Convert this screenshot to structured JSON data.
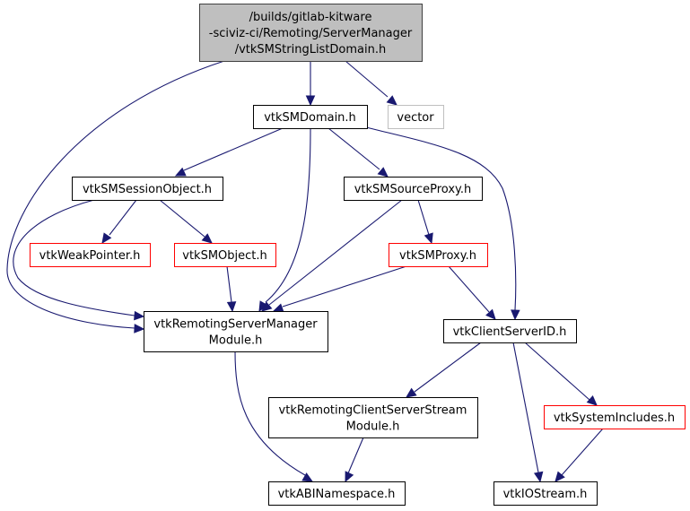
{
  "diagram": {
    "title": "/builds/gitlab-kitware-sciviz-ci/Remoting/ServerManager/vtkSMStringListDomain.h",
    "colors": {
      "root_fill": "#bfbfbf",
      "root_border": "#404040",
      "normal_border": "#000000",
      "missing_border": "#ff0000",
      "external_border": "#bfbfbf",
      "edge": "#191970"
    },
    "nodes": [
      {
        "id": "root",
        "kind": "root",
        "lines": [
          "/builds/gitlab-kitware",
          "-sciviz-ci/Remoting/ServerManager",
          "/vtkSMStringListDomain.h"
        ]
      },
      {
        "id": "vtkSMDomain",
        "kind": "normal",
        "lines": [
          "vtkSMDomain.h"
        ]
      },
      {
        "id": "vector",
        "kind": "external",
        "lines": [
          "vector"
        ]
      },
      {
        "id": "vtkSMSessionObject",
        "kind": "normal",
        "lines": [
          "vtkSMSessionObject.h"
        ]
      },
      {
        "id": "vtkSMSourceProxy",
        "kind": "normal",
        "lines": [
          "vtkSMSourceProxy.h"
        ]
      },
      {
        "id": "vtkWeakPointer",
        "kind": "missing",
        "lines": [
          "vtkWeakPointer.h"
        ]
      },
      {
        "id": "vtkSMObject",
        "kind": "missing",
        "lines": [
          "vtkSMObject.h"
        ]
      },
      {
        "id": "vtkSMProxy",
        "kind": "missing",
        "lines": [
          "vtkSMProxy.h"
        ]
      },
      {
        "id": "vtkRemotingServerManagerModule",
        "kind": "normal",
        "lines": [
          "vtkRemotingServerManager",
          "Module.h"
        ]
      },
      {
        "id": "vtkClientServerID",
        "kind": "normal",
        "lines": [
          "vtkClientServerID.h"
        ]
      },
      {
        "id": "vtkRemotingClientServerStreamModule",
        "kind": "normal",
        "lines": [
          "vtkRemotingClientServerStream",
          "Module.h"
        ]
      },
      {
        "id": "vtkSystemIncludes",
        "kind": "missing",
        "lines": [
          "vtkSystemIncludes.h"
        ]
      },
      {
        "id": "vtkABINamespace",
        "kind": "normal",
        "lines": [
          "vtkABINamespace.h"
        ]
      },
      {
        "id": "vtkIOStream",
        "kind": "normal",
        "lines": [
          "vtkIOStream.h"
        ]
      }
    ],
    "edges": [
      {
        "from": "root",
        "to": "vtkSMDomain"
      },
      {
        "from": "root",
        "to": "vector"
      },
      {
        "from": "root",
        "to": "vtkRemotingServerManagerModule"
      },
      {
        "from": "vtkSMDomain",
        "to": "vtkSMSessionObject"
      },
      {
        "from": "vtkSMDomain",
        "to": "vtkSMSourceProxy"
      },
      {
        "from": "vtkSMDomain",
        "to": "vtkRemotingServerManagerModule"
      },
      {
        "from": "vtkSMDomain",
        "to": "vtkClientServerID"
      },
      {
        "from": "vtkSMSessionObject",
        "to": "vtkWeakPointer"
      },
      {
        "from": "vtkSMSessionObject",
        "to": "vtkSMObject"
      },
      {
        "from": "vtkSMSessionObject",
        "to": "vtkRemotingServerManagerModule"
      },
      {
        "from": "vtkSMObject",
        "to": "vtkRemotingServerManagerModule"
      },
      {
        "from": "vtkSMSourceProxy",
        "to": "vtkSMProxy"
      },
      {
        "from": "vtkSMSourceProxy",
        "to": "vtkRemotingServerManagerModule"
      },
      {
        "from": "vtkSMProxy",
        "to": "vtkRemotingServerManagerModule"
      },
      {
        "from": "vtkSMProxy",
        "to": "vtkClientServerID"
      },
      {
        "from": "vtkRemotingServerManagerModule",
        "to": "vtkABINamespace"
      },
      {
        "from": "vtkClientServerID",
        "to": "vtkRemotingClientServerStreamModule"
      },
      {
        "from": "vtkClientServerID",
        "to": "vtkSystemIncludes"
      },
      {
        "from": "vtkClientServerID",
        "to": "vtkIOStream"
      },
      {
        "from": "vtkRemotingClientServerStreamModule",
        "to": "vtkABINamespace"
      },
      {
        "from": "vtkSystemIncludes",
        "to": "vtkIOStream"
      }
    ]
  }
}
